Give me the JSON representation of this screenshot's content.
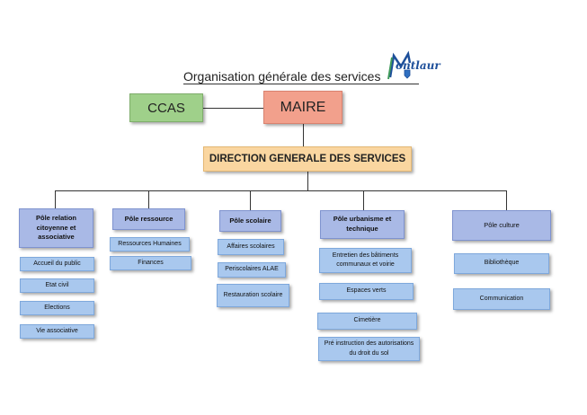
{
  "title": "Organisation générale des services",
  "logo": {
    "text": "ontlaur",
    "icon": "montlaur-logo-icon"
  },
  "ccas": "CCAS",
  "maire": "MAIRE",
  "dgs": "DIRECTION GENERALE DES SERVICES",
  "poles": [
    {
      "label": "Pôle relation citoyenne et associative",
      "items": [
        "Accueil du public",
        "Etat civil",
        "Elections",
        "Vie associative"
      ]
    },
    {
      "label": "Pôle ressource",
      "items": [
        "Ressources Humaines",
        "Finances"
      ]
    },
    {
      "label": "Pôle scolaire",
      "items": [
        "Affaires scolaires",
        "Periscolaires ALAE",
        "Restauration scolaire"
      ]
    },
    {
      "label": "Pôle urbanisme et technique",
      "items": [
        "Entretien des bâtiments communaux et voirie",
        "Espaces verts",
        "Cimetière",
        "Pré instruction des autorisations du droit du sol"
      ]
    },
    {
      "label": "Pôle culture",
      "items": [
        "Bibliothèque",
        "Communication"
      ]
    }
  ],
  "colors": {
    "ccas": "#9fd08a",
    "maire": "#f2a08c",
    "dgs": "#fad6a0",
    "pole": "#a9b9e6",
    "item": "#a9c8ee"
  }
}
